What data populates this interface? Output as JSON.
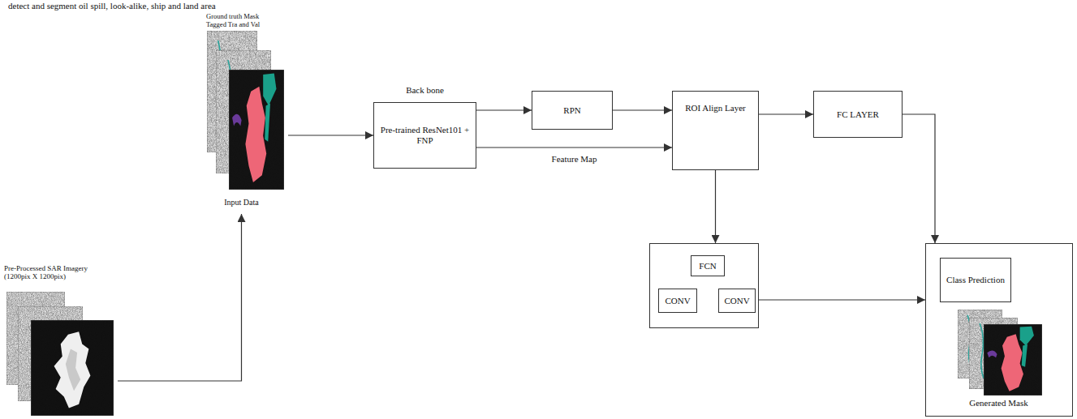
{
  "diagram": {
    "nodes": [
      {
        "text": [
          "Pre-Processed SAR Imagery (1200pix X 1200pix)"
        ]
      },
      {
        "text": [
          "Ground truth Mask Tagged Tra and Val",
          "Input Data"
        ]
      },
      {
        "text": [
          "Back bone",
          "Pre-trained ResNet101 + FNP"
        ]
      },
      {
        "text": [
          "RPN"
        ]
      },
      {
        "text": [
          "ROI Align Layer"
        ]
      },
      {
        "text": [
          "FC LAYER"
        ]
      },
      {
        "text": []
      },
      {
        "text": [
          "FCN"
        ],
        "in": 6
      },
      {
        "text": [
          "CONV"
        ],
        "in": 6
      },
      {
        "text": [
          "CONV"
        ],
        "in": 6
      },
      {
        "text": [
          "Generated Mask"
        ]
      },
      {
        "text": [
          "Class Prediction"
        ],
        "in": 10
      }
    ],
    "edges": [
      {
        "from": 0,
        "to": 1,
        "arrow": "to"
      },
      {
        "from": 1,
        "to": 2,
        "arrow": "to"
      },
      {
        "from": 2,
        "to": 3,
        "arrow": "to"
      },
      {
        "from": 2,
        "to": 4,
        "label": "Feature Map",
        "arrow": "to"
      },
      {
        "from": 3,
        "to": 4,
        "arrow": "to"
      },
      {
        "from": 4,
        "to": 5,
        "arrow": "to"
      },
      {
        "from": 5,
        "to": 10,
        "arrow": "to"
      },
      {
        "from": 4,
        "to": 6,
        "arrow": "to"
      },
      {
        "from": 6,
        "to": 10,
        "arrow": "to"
      }
    ],
    "labels": [
      "detect and segment oil spill, look-alike, ship and land area"
    ]
  }
}
